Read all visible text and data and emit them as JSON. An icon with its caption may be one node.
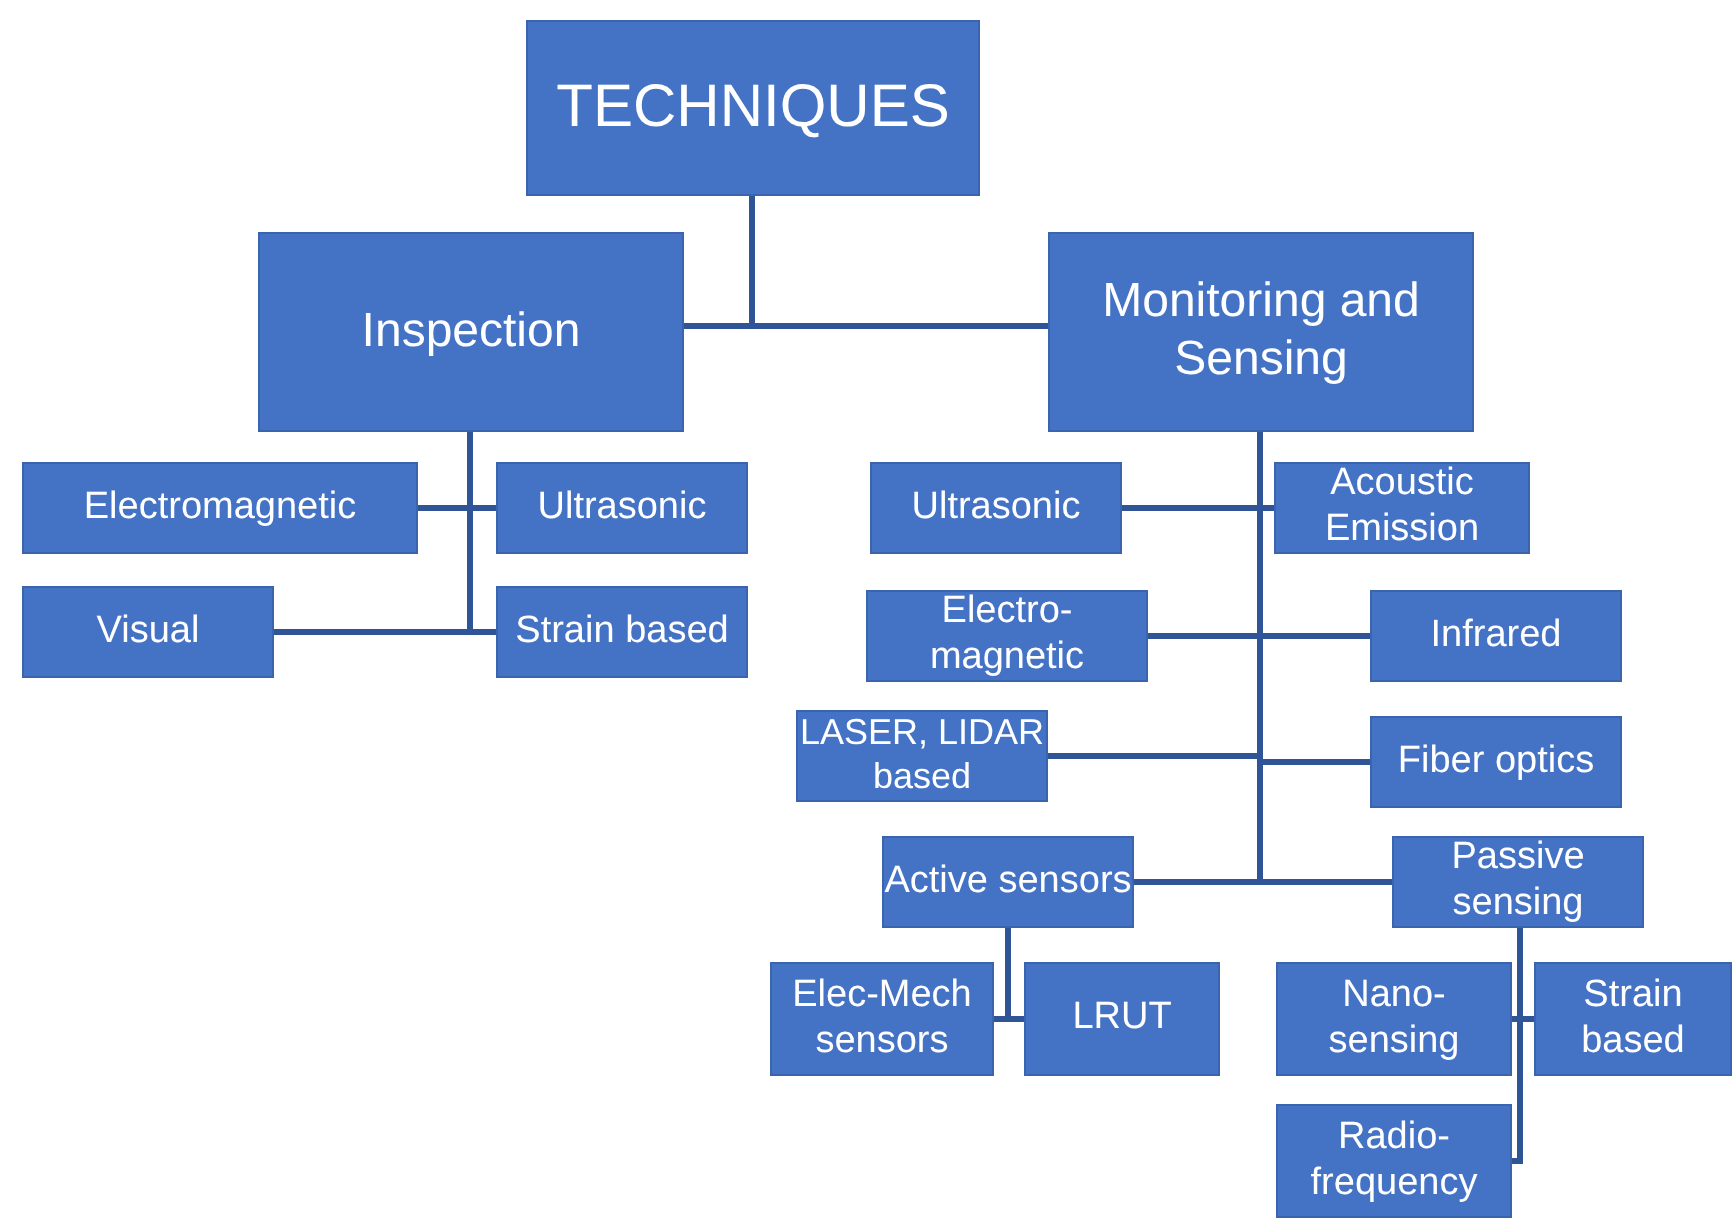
{
  "diagram": {
    "nodes": [
      {
        "text": [
          "TECHNIQUES"
        ]
      },
      {
        "text": [
          "Inspection"
        ]
      },
      {
        "text": [
          "Monitoring and Sensing"
        ]
      },
      {
        "text": [
          "Electromagnetic"
        ]
      },
      {
        "text": [
          "Ultrasonic"
        ]
      },
      {
        "text": [
          "Visual"
        ]
      },
      {
        "text": [
          "Strain based"
        ]
      },
      {
        "text": [
          "Ultrasonic"
        ]
      },
      {
        "text": [
          "Acoustic Emission"
        ]
      },
      {
        "text": [
          "Electro- magnetic"
        ]
      },
      {
        "text": [
          "Infrared"
        ]
      },
      {
        "text": [
          "LASER, LIDAR based"
        ]
      },
      {
        "text": [
          "Fiber optics"
        ]
      },
      {
        "text": [
          "Active sensors"
        ]
      },
      {
        "text": [
          "Passive sensing"
        ]
      },
      {
        "text": [
          "Elec-Mech sensors"
        ]
      },
      {
        "text": [
          "LRUT"
        ]
      },
      {
        "text": [
          "Nano- sensing"
        ]
      },
      {
        "text": [
          "Strain based"
        ]
      },
      {
        "text": [
          "Radio- frequency"
        ]
      }
    ],
    "edges": [
      {
        "from": 0,
        "to": 1,
        "arrow": "none"
      },
      {
        "from": 0,
        "to": 2,
        "arrow": "none"
      },
      {
        "from": 1,
        "to": 3,
        "arrow": "none"
      },
      {
        "from": 1,
        "to": 4,
        "arrow": "none"
      },
      {
        "from": 1,
        "to": 5,
        "arrow": "none"
      },
      {
        "from": 1,
        "to": 6,
        "arrow": "none"
      },
      {
        "from": 2,
        "to": 7,
        "arrow": "none"
      },
      {
        "from": 2,
        "to": 8,
        "arrow": "none"
      },
      {
        "from": 2,
        "to": 9,
        "arrow": "none"
      },
      {
        "from": 2,
        "to": 10,
        "arrow": "none"
      },
      {
        "from": 2,
        "to": 11,
        "arrow": "none"
      },
      {
        "from": 2,
        "to": 12,
        "arrow": "none"
      },
      {
        "from": 2,
        "to": 13,
        "arrow": "none"
      },
      {
        "from": 2,
        "to": 14,
        "arrow": "none"
      },
      {
        "from": 13,
        "to": 15,
        "arrow": "none"
      },
      {
        "from": 13,
        "to": 16,
        "arrow": "none"
      },
      {
        "from": 14,
        "to": 17,
        "arrow": "none"
      },
      {
        "from": 14,
        "to": 18,
        "arrow": "none"
      },
      {
        "from": 14,
        "to": 19,
        "arrow": "none"
      }
    ]
  }
}
